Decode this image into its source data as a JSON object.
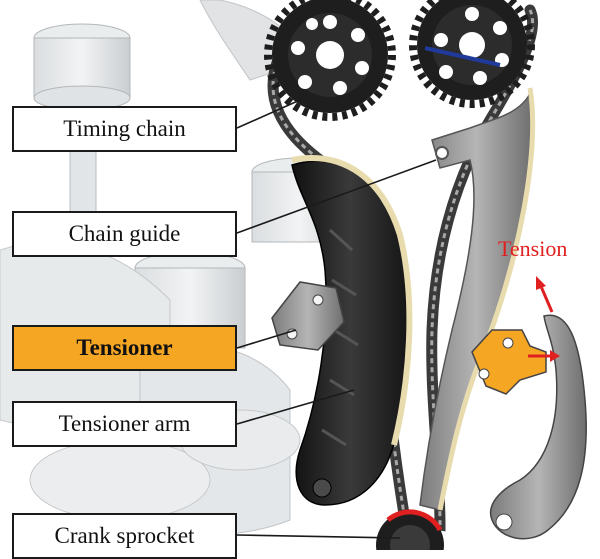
{
  "labels": {
    "timing_chain": "Timing chain",
    "chain_guide": "Chain guide",
    "tensioner": "Tensioner",
    "tensioner_arm": "Tensioner arm",
    "crank_sprocket": "Crank sprocket"
  },
  "inset": {
    "tension": "Tension"
  },
  "colors": {
    "highlight": "#f5a623",
    "arrow": "#e02020",
    "sprocket": "#1e1e1e",
    "guide": "#8a8a8a",
    "arm": "#2a2a2a",
    "wear_strip": "#e8dcae"
  }
}
